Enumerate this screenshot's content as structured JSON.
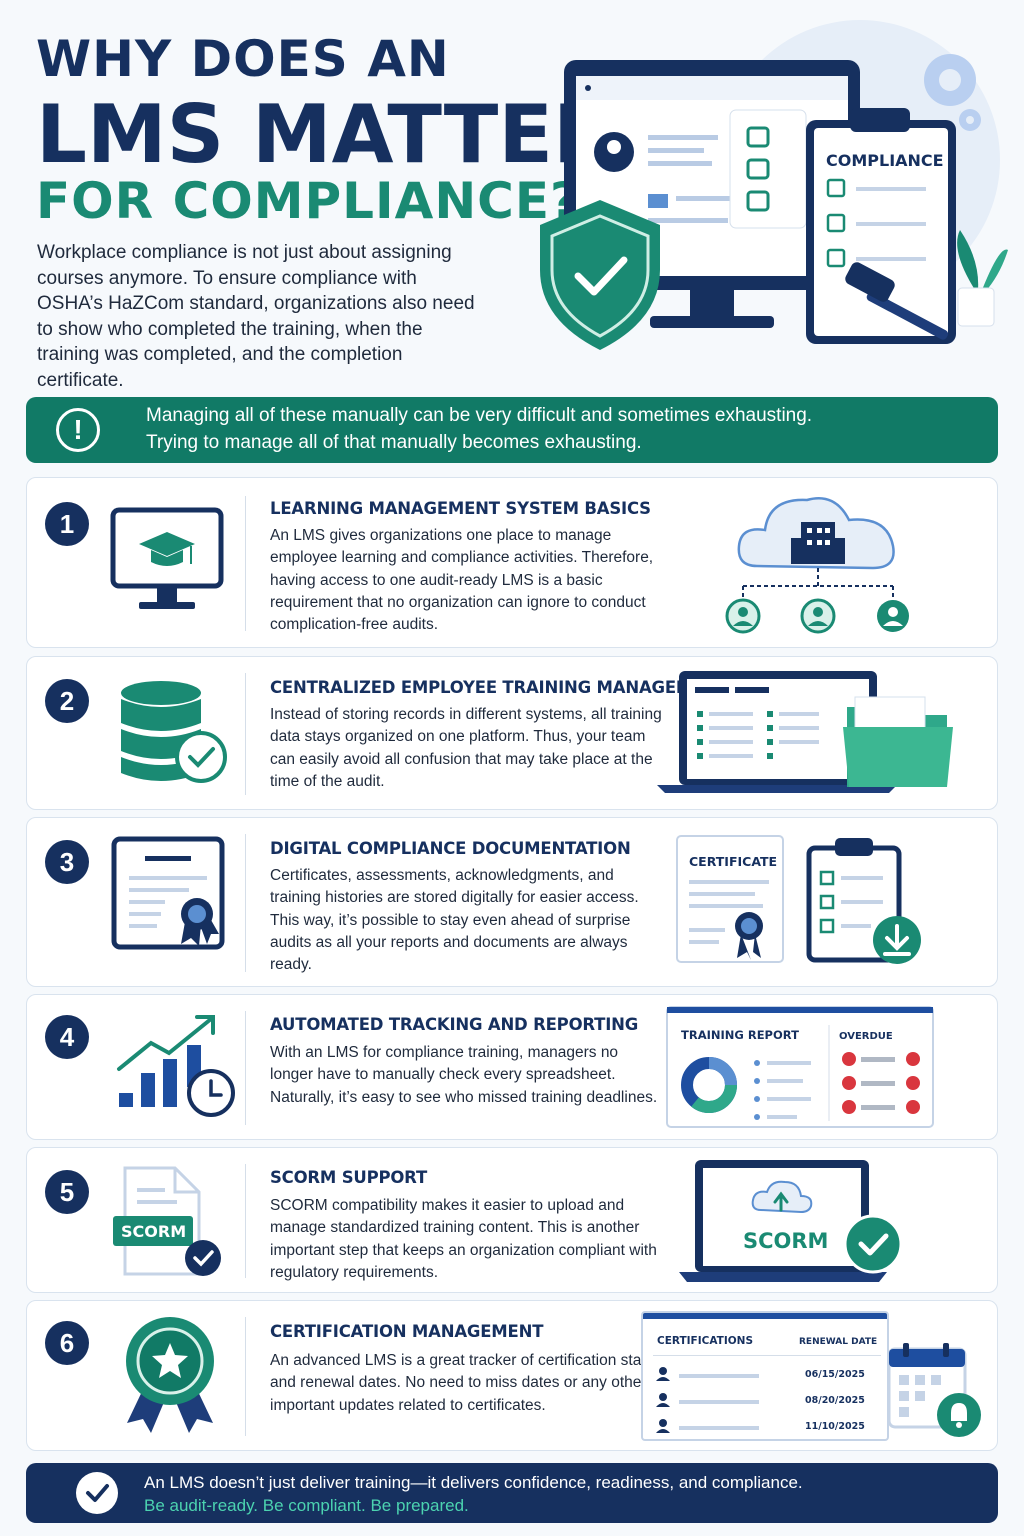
{
  "header": {
    "title_line1": "WHY DOES AN",
    "title_line2": "LMS MATTER",
    "title_line3": "FOR COMPLIANCE?",
    "intro": "Workplace compliance is not just about assigning courses anymore. To ensure compliance with OSHA’s HaZCom standard, organizations also need to show who completed the training, when the training was completed, and the completion certificate."
  },
  "hero": {
    "clipboard_label": "COMPLIANCE"
  },
  "banner": {
    "icon": "exclamation-icon",
    "line1": "Managing all of these manually can be very difficult and sometimes exhausting.",
    "line2": "Trying to manage all of that manually becomes exhausting."
  },
  "sections": [
    {
      "number": "1",
      "title": "LEARNING MANAGEMENT SYSTEM BASICS",
      "body": "An LMS gives organizations one place to manage employee learning and compliance activities. Therefore, having access to one audit-ready LMS is a basic requirement that no organization can ignore to conduct complication-free audits.",
      "icon": "graduation-cap-monitor-icon",
      "illustration": "cloud-organization-icon"
    },
    {
      "number": "2",
      "title": "CENTRALIZED EMPLOYEE TRAINING MANAGEMENT",
      "body": "Instead of storing records in different systems, all training data stays organized on one platform. Thus, your team can easily avoid all confusion that may take place at the time of the audit.",
      "icon": "database-check-icon",
      "illustration": "laptop-folder-icon"
    },
    {
      "number": "3",
      "title": "DIGITAL COMPLIANCE DOCUMENTATION",
      "body": "Certificates, assessments, acknowledgments, and training histories are stored digitally for easier access. This way, it’s possible to stay even ahead of surprise audits as all your reports and documents are always ready.",
      "icon": "certificate-icon",
      "illustration_label": "CERTIFICATE"
    },
    {
      "number": "4",
      "title": "AUTOMATED TRACKING AND REPORTING",
      "body": "With an LMS for compliance training, managers no longer have to manually check every spreadsheet. Naturally, it’s easy to see who missed training deadlines.",
      "icon": "growth-chart-clock-icon",
      "report_label": "TRAINING REPORT",
      "overdue_label": "OVERDUE"
    },
    {
      "number": "5",
      "title": "SCORM SUPPORT",
      "body": "SCORM compatibility makes it easier to upload and manage standardized training content. This is another important step that keeps an organization compliant with regulatory requirements.",
      "icon": "scorm-file-icon",
      "icon_label": "SCORM",
      "illustration_label": "SCORM"
    },
    {
      "number": "6",
      "title": "CERTIFICATION MANAGEMENT",
      "body": "An advanced LMS is a great tracker of certification status and renewal dates. No need to miss dates or any other important updates related to certificates.",
      "icon": "badge-star-icon",
      "table": {
        "col1": "CERTIFICATIONS",
        "col2": "RENEWAL DATE",
        "dates": [
          "06/15/2025",
          "08/20/2025",
          "11/10/2025"
        ]
      }
    }
  ],
  "footer": {
    "line1": "An LMS doesn’t just deliver training—it delivers confidence, readiness, and compliance.",
    "line2": "Be audit-ready. Be compliant. Be prepared."
  },
  "colors": {
    "navy": "#16305f",
    "teal": "#1a8a73",
    "banner_teal": "#117a66",
    "accent_green": "#4cd3b0",
    "alert_red": "#d9363e"
  }
}
